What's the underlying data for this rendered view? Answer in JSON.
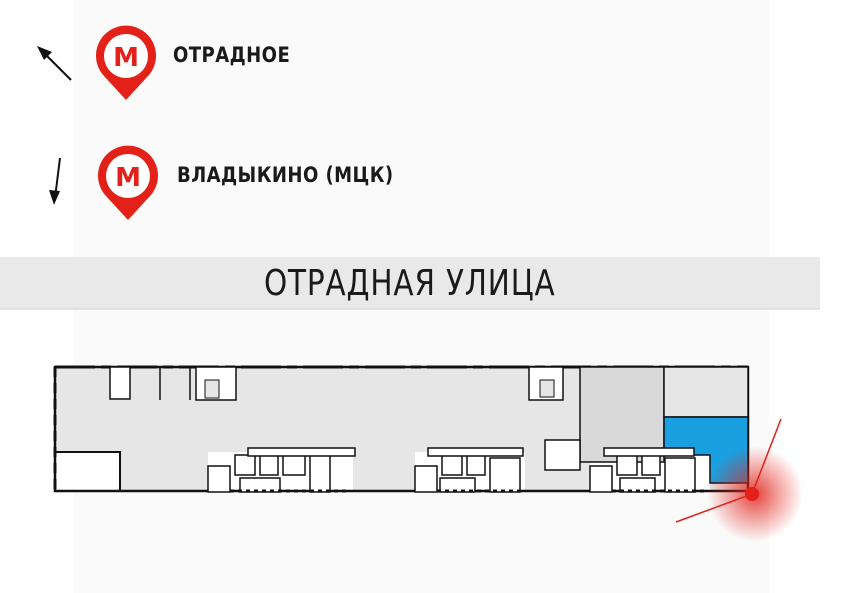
{
  "stations": [
    {
      "name": "ОТРАДНОЕ",
      "line_color": "#e32119",
      "icon": "metro-m-icon",
      "direction_icon": "arrow-up-left-icon"
    },
    {
      "name": "ВЛАДЫКИНО (МЦК)",
      "line_color": "#e32119",
      "icon": "metro-m-icon",
      "direction_icon": "arrow-down-icon"
    }
  ],
  "street": {
    "name": "ОТРАДНАЯ УЛИЦА"
  },
  "colors": {
    "background": "#ffffff",
    "page_panel": "#fafafa",
    "street_band": "#e9e9e9",
    "building_fill": "#e6e6e6",
    "highlight_unit": "#1aa0e0",
    "location_marker": "#e32119",
    "outline": "#111111"
  },
  "marker": {
    "icon": "location-dot-icon"
  }
}
